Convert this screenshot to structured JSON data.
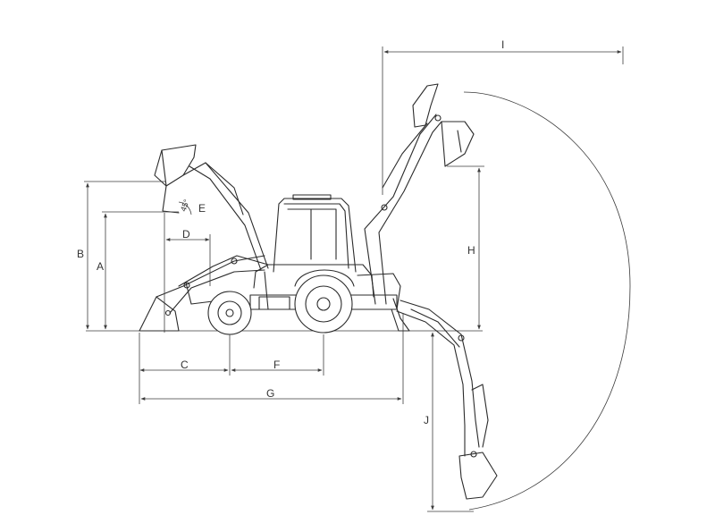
{
  "labels": {
    "A": "A",
    "B": "B",
    "C": "C",
    "D": "D",
    "E": "E",
    "F": "F",
    "G": "G",
    "H": "H",
    "I": "I",
    "J": "J",
    "angle": "45°"
  },
  "colors": {
    "line": "#2b2b2b",
    "background": "#ffffff"
  }
}
